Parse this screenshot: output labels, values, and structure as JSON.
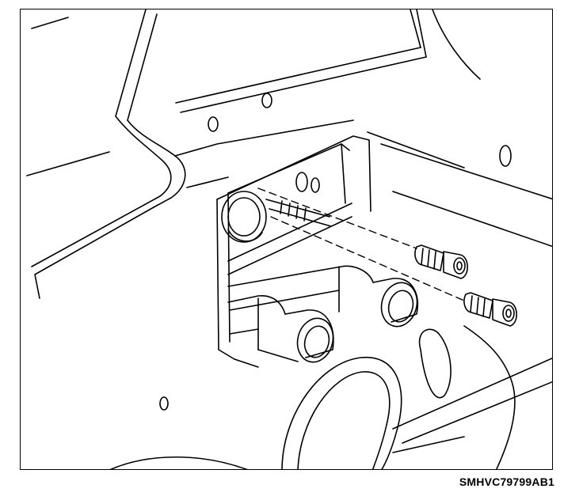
{
  "figure": {
    "code": "SMHVC79799AB1",
    "line_color": "#000000",
    "background_color": "#ffffff"
  },
  "parts": {
    "bolts": {
      "count": 2
    },
    "pipes": {
      "count": 2
    }
  }
}
